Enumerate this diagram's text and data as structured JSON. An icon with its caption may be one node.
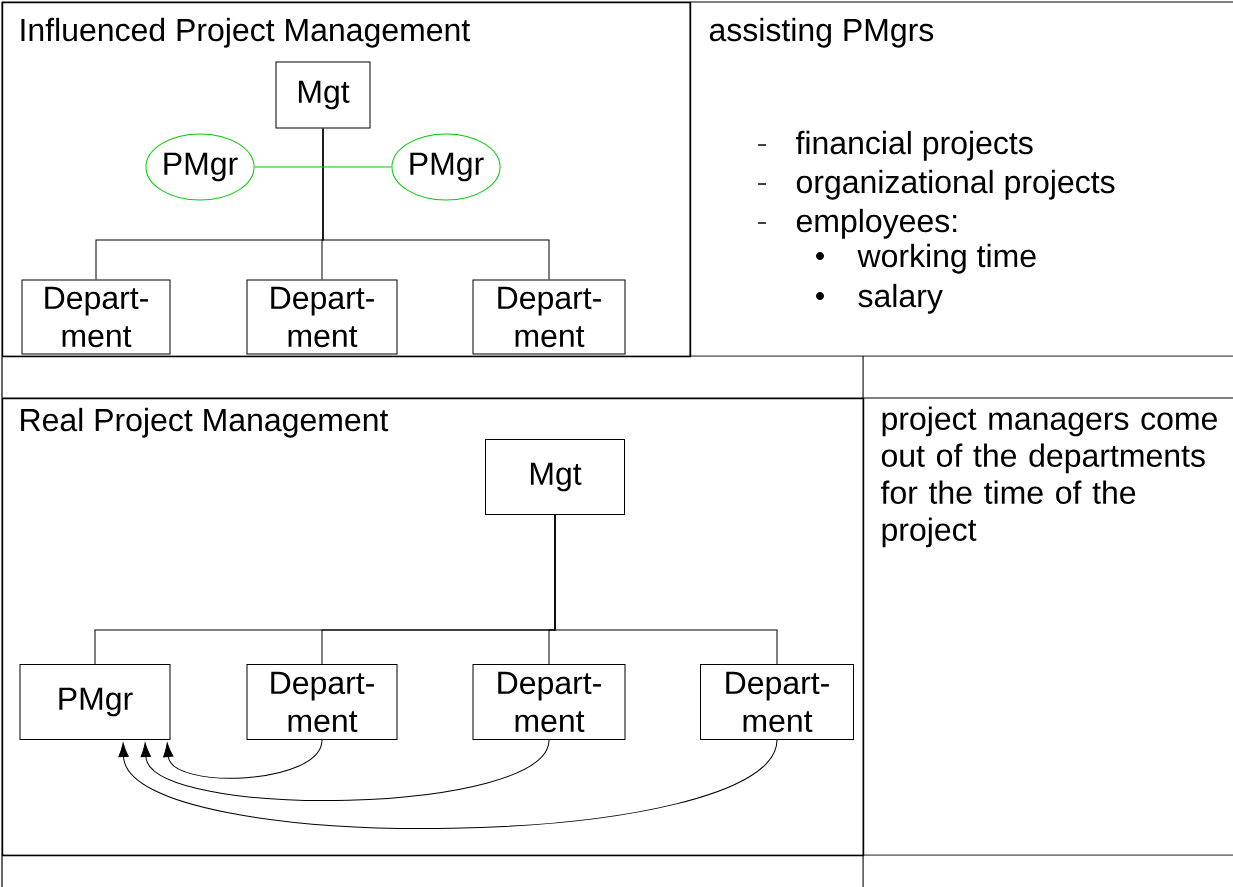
{
  "diagram": {
    "nodes": [
      {
        "text": [
          "Influenced Project Management"
        ]
      },
      {
        "text": [
          "Mgt"
        ],
        "in": 0
      },
      {
        "text": [
          "PMgr"
        ],
        "in": 0
      },
      {
        "text": [
          "PMgr"
        ],
        "in": 0
      },
      {
        "text": [
          "Depart- ment"
        ],
        "in": 0
      },
      {
        "text": [
          "Depart- ment"
        ],
        "in": 0
      },
      {
        "text": [
          "Depart- ment"
        ],
        "in": 0
      },
      {
        "text": [
          "Real Project Management"
        ]
      },
      {
        "text": [
          "Mgt"
        ],
        "in": 7
      },
      {
        "text": [
          "PMgr"
        ],
        "in": 7
      },
      {
        "text": [
          "Depart- ment"
        ],
        "in": 7
      },
      {
        "text": [
          "Depart- ment"
        ],
        "in": 7
      },
      {
        "text": [
          "Depart- ment"
        ],
        "in": 7
      }
    ],
    "edges": [
      {
        "from": 1,
        "to": 4,
        "arrow": "none"
      },
      {
        "from": 1,
        "to": 5,
        "arrow": "none"
      },
      {
        "from": 1,
        "to": 6,
        "arrow": "none"
      },
      {
        "from": 2,
        "to": 3,
        "arrow": "none",
        "color": "#00cc00"
      },
      {
        "from": 8,
        "to": 9,
        "arrow": "none"
      },
      {
        "from": 8,
        "to": 10,
        "arrow": "none"
      },
      {
        "from": 8,
        "to": 11,
        "arrow": "none"
      },
      {
        "from": 8,
        "to": 12,
        "arrow": "none"
      },
      {
        "from": 10,
        "to": 9,
        "arrow": "to"
      },
      {
        "from": 11,
        "to": 9,
        "arrow": "to"
      },
      {
        "from": 12,
        "to": 9,
        "arrow": "to"
      }
    ],
    "labels": [
      "assisting PMgrs",
      "financial projects",
      "organizational projects",
      "employees:",
      "working time",
      "salary",
      "project managers come out of the departments for the time of the project"
    ]
  }
}
